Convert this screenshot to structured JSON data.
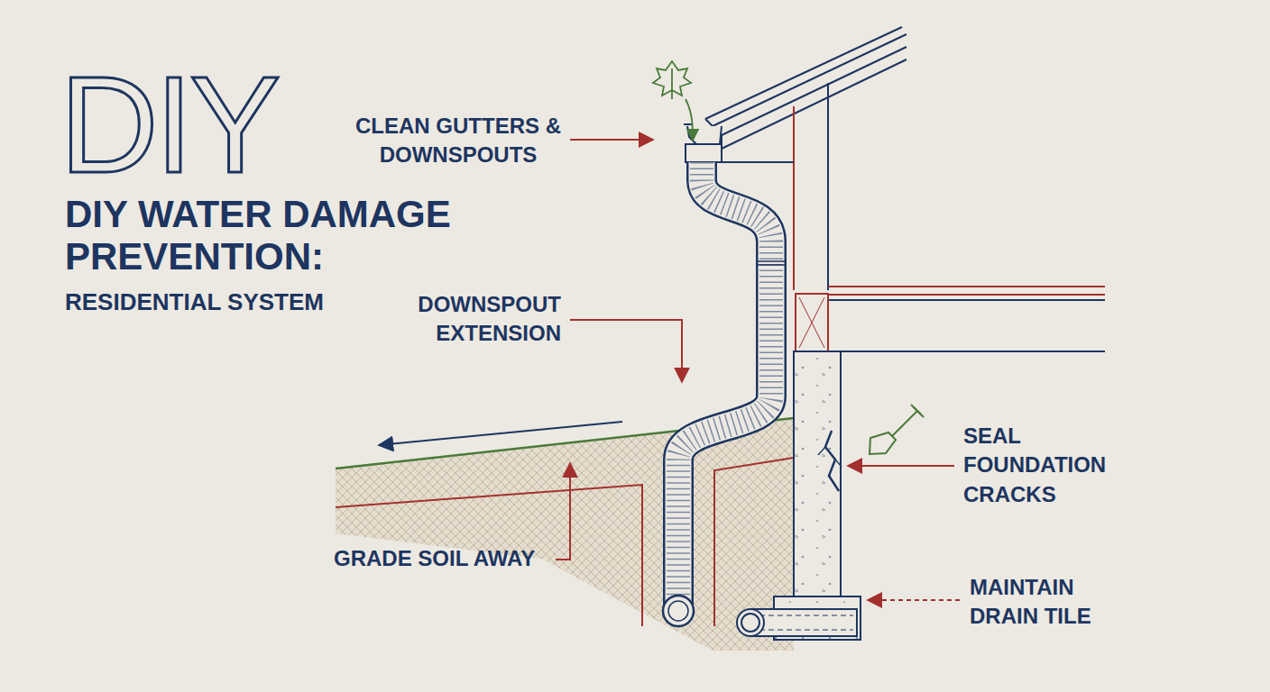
{
  "diagram": {
    "title": "DIY WATER DAMAGE PREVENTION:",
    "labels": [
      "DIY",
      "RESIDENTIAL SYSTEM",
      "CLEAN GUTTERS & DOWNSPOUTS",
      "DOWNSPOUT EXTENSION",
      "GRADE SOIL AWAY",
      "SEAL FOUNDATION CRACKS",
      "MAINTAIN DRAIN TILE"
    ]
  }
}
